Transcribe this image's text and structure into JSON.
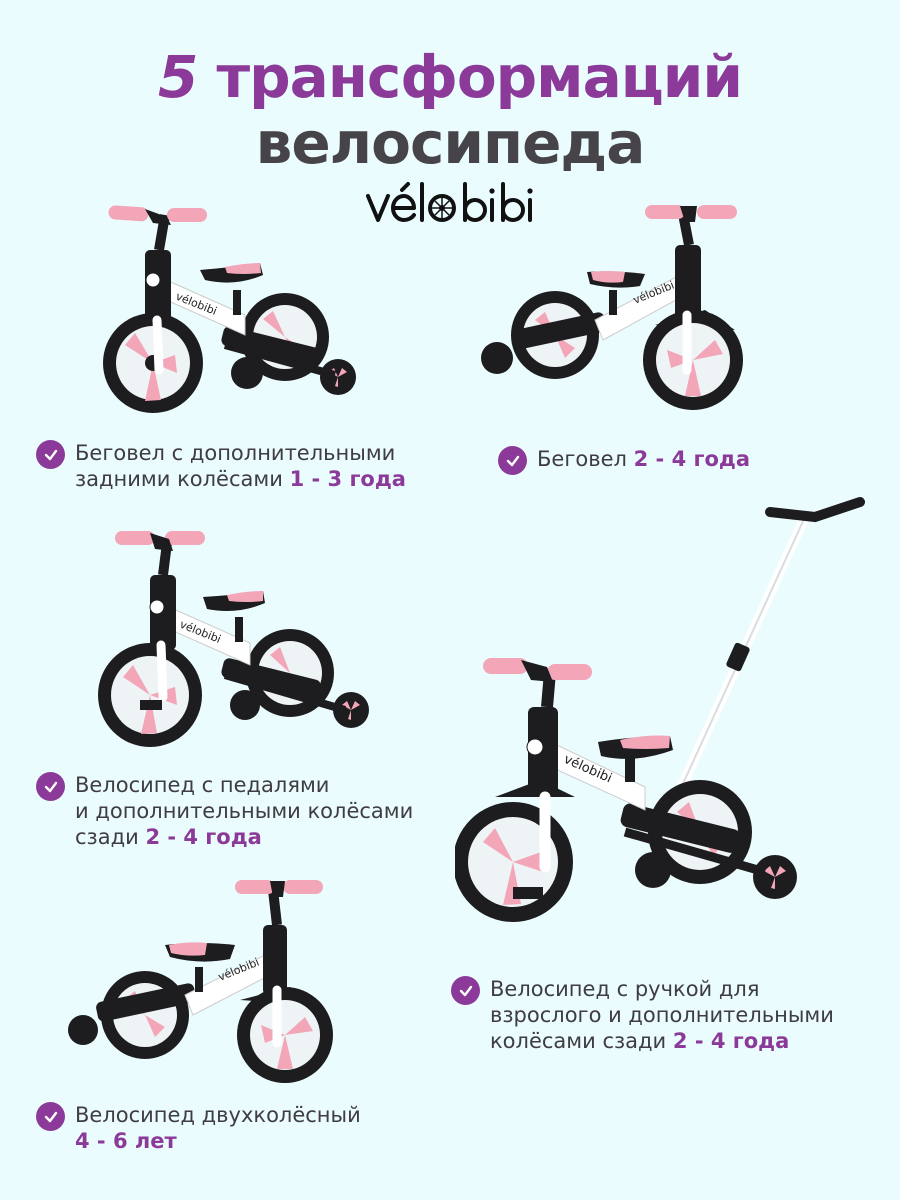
{
  "header": {
    "title_number": "5",
    "title_line1": "трансформаций",
    "title_line2": "велосипеда",
    "brand_logo": "vélobibi"
  },
  "colors": {
    "background": "#eafcfd",
    "accent_purple": "#8b3a99",
    "text_dark": "#474449",
    "bike_pink": "#f2a6b8",
    "bike_black": "#1d1c1f",
    "bike_white": "#ffffff"
  },
  "features": [
    {
      "icon": "check-circle-icon",
      "lines": [
        "Беговел с дополнительными",
        "задними колёсами"
      ],
      "age": "1 - 3 года"
    },
    {
      "icon": "check-circle-icon",
      "lines": [
        "Беговел"
      ],
      "age": "2 - 4 года"
    },
    {
      "icon": "check-circle-icon",
      "lines": [
        "Велосипед с педалями",
        "и дополнительными колёсами",
        "сзади"
      ],
      "age": "2 - 4 года"
    },
    {
      "icon": "check-circle-icon",
      "lines": [
        "Велосипед с ручкой для",
        "взрослого и дополнительными",
        "колёсами сзади "
      ],
      "age": "2 - 4 года"
    },
    {
      "icon": "check-circle-icon",
      "lines": [
        "Велосипед двухколёсный"
      ],
      "age": "4 - 6 лет"
    }
  ],
  "bikes": [
    {
      "name": "balance-bike-with-training-wheels",
      "frame_label": "vélobibi"
    },
    {
      "name": "balance-bike",
      "frame_label": "vélobibi"
    },
    {
      "name": "pedal-bike-with-training-wheels",
      "frame_label": "vélobibi"
    },
    {
      "name": "bike-with-parent-handle",
      "frame_label": "vélobibi"
    },
    {
      "name": "two-wheel-bike",
      "frame_label": "vélobibi"
    }
  ]
}
